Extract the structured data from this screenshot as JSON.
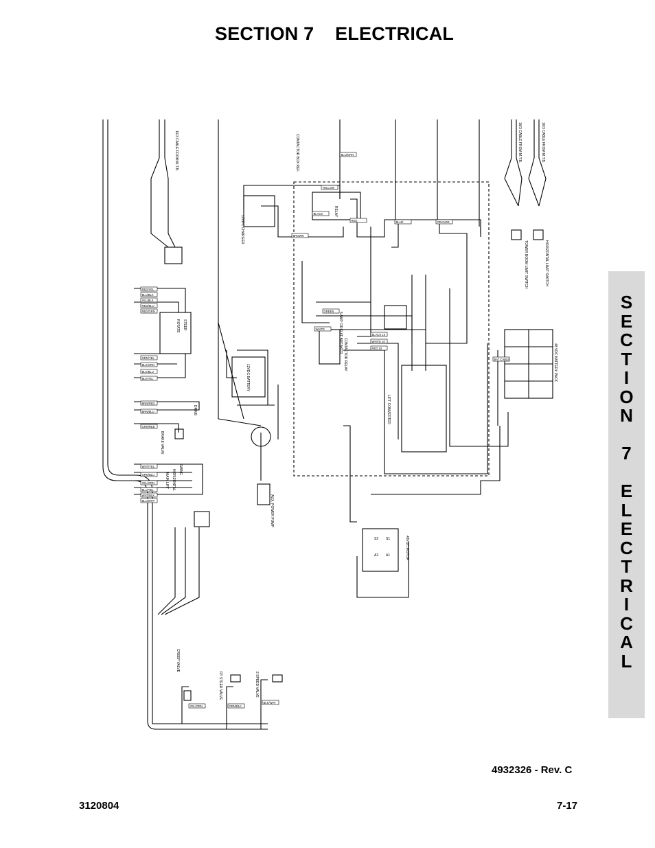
{
  "header": {
    "section_title": "SECTION 7    ELECTRICAL"
  },
  "side_tab": {
    "letters": [
      "S",
      "E",
      "C",
      "T",
      "I",
      "O",
      "N",
      "",
      "7",
      "",
      "E",
      "L",
      "E",
      "C",
      "T",
      "R",
      "I",
      "C",
      "A",
      "L"
    ]
  },
  "footer": {
    "doc_number": "4932326 - Rev. C",
    "manual_number": "3120804",
    "page_number": "7-17"
  },
  "schematic": {
    "labels": {
      "cable_left": "16/3 CABLE FROM M.T.B.",
      "cable_right_1": "16/3 CABLE FROM M.T.B.",
      "cable_right_2": "16/3 CABLE FROM M.T.B.",
      "contactor_box": "CONTACTOR BOX REF.",
      "charger": "12VDC CHARGER",
      "relay": "RELAY",
      "circuit_breaker": "5 AMP CIRCUIT BREAKER",
      "contactor_relay": "CONTACTOR RELAY",
      "battery_12v": "12VDC BATTERY",
      "battery_pack": "48 VDC BATTERY PACK",
      "converter": "LIFT CONVERTER",
      "aux_pump": "AUX. POWER PUMP",
      "motor": "48VDC MOTOR",
      "drive": "DRIVE",
      "swing": "SWING",
      "horizontal": "HORIZONTAL",
      "main_lift": "MAIN LIFT",
      "rotate": "ROTATE",
      "steer": "STEER",
      "brake_valve": "BRAKE VALVE",
      "tower_limit": "TOWER BOOM LIMIT SWITCH",
      "horizontal_limit": "HORIZONTAL LIMIT SWITCH",
      "speed_valve": "2 SPEED VALVE",
      "steer_valve": "RT STEER VALVE",
      "creep_valve": "CREEP VALVE",
      "a1": "A1",
      "a2": "A2",
      "s1": "S1",
      "s2": "S2"
    },
    "wire_tags": [
      "YELLOW",
      "BLACK",
      "BROWN",
      "GREEN",
      "WHITE",
      "RED",
      "BLUE",
      "ORANGE",
      "BLACK 10",
      "WHITE 10",
      "RED 10",
      "BAT CABLE",
      "RED/YEL",
      "BLU/BLK",
      "YEL/BLK",
      "RED/BLU",
      "RED/GRN",
      "GRN/YEL",
      "BLK/GRN",
      "BLK/BLU",
      "BLK/YEL",
      "BRN/RED",
      "BRN/BLU",
      "GRN/RED",
      "WHT/YEL",
      "GRN/BLU",
      "YEL/GRN",
      "BLU/YEL",
      "WHT/BLK",
      "BLU/WHT",
      "YEL/ORN",
      "ORN/BLK",
      "BLK/WHT",
      "BLU/GRN"
    ]
  }
}
